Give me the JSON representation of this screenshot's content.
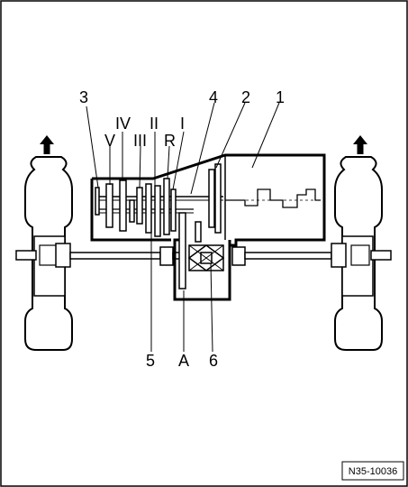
{
  "diagram": {
    "labels": {
      "l1": "1",
      "l2": "2",
      "l3": "3",
      "l4": "4",
      "l5": "5",
      "l6": "6",
      "lA": "A",
      "gear_v": "V",
      "gear_iv": "IV",
      "gear_iii": "III",
      "gear_ii": "II",
      "gear_r": "R",
      "gear_i": "I"
    },
    "reference": "N35-10036"
  }
}
